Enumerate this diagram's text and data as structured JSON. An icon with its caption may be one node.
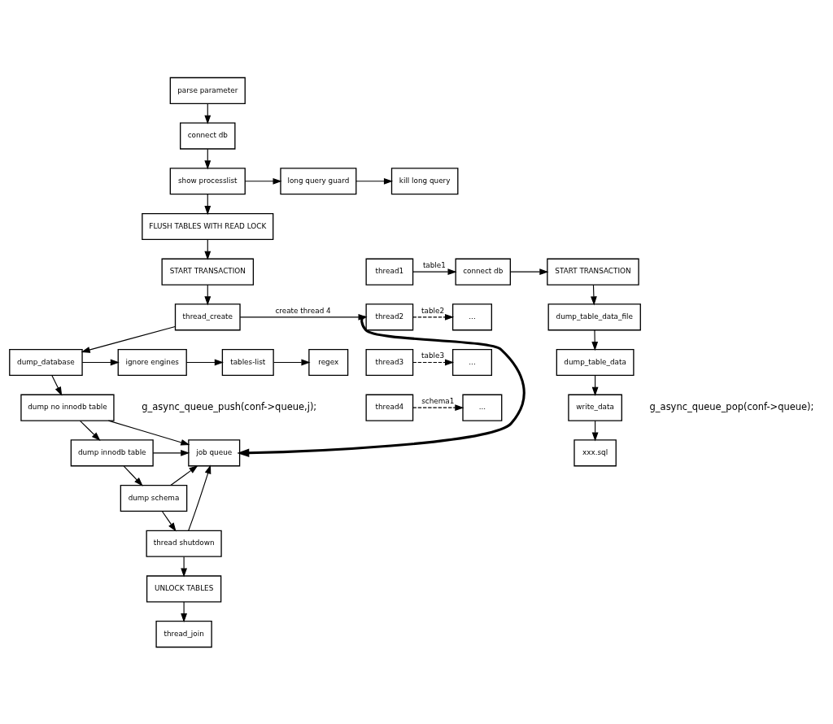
{
  "diagram": {
    "nodes": [
      {
        "text": [
          "parse parameter"
        ]
      },
      {
        "text": [
          "connect db"
        ]
      },
      {
        "text": [
          "show processlist"
        ]
      },
      {
        "text": [
          "long query guard"
        ]
      },
      {
        "text": [
          "kill long query"
        ]
      },
      {
        "text": [
          "FLUSH TABLES WITH READ LOCK"
        ]
      },
      {
        "text": [
          "START TRANSACTION"
        ]
      },
      {
        "text": [
          "thread_create"
        ]
      },
      {
        "text": [
          "dump_database"
        ]
      },
      {
        "text": [
          "ignore engines"
        ]
      },
      {
        "text": [
          "tables-list"
        ]
      },
      {
        "text": [
          "regex"
        ]
      },
      {
        "text": [
          "dump no innodb table"
        ]
      },
      {
        "text": [
          "dump innodb table"
        ]
      },
      {
        "text": [
          "dump schema"
        ]
      },
      {
        "text": [
          "thread shutdown"
        ]
      },
      {
        "text": [
          "UNLOCK TABLES"
        ]
      },
      {
        "text": [
          "thread_join"
        ]
      },
      {
        "text": [
          "job queue"
        ]
      },
      {
        "text": [
          "thread1"
        ]
      },
      {
        "text": [
          "thread2"
        ]
      },
      {
        "text": [
          "thread3"
        ]
      },
      {
        "text": [
          "thread4"
        ]
      },
      {
        "text": [
          "connect db"
        ]
      },
      {
        "text": [
          "START TRANSACTION"
        ]
      },
      {
        "text": [
          "dump_table_data_file"
        ]
      },
      {
        "text": [
          "dump_table_data"
        ]
      },
      {
        "text": [
          "write_data"
        ]
      },
      {
        "text": [
          "xxx.sql"
        ]
      },
      {
        "text": [
          "..."
        ]
      },
      {
        "text": [
          "..."
        ]
      },
      {
        "text": [
          "..."
        ]
      }
    ],
    "edges": [
      {
        "from": 0,
        "to": 1,
        "arrow": "to"
      },
      {
        "from": 1,
        "to": 2,
        "arrow": "to"
      },
      {
        "from": 2,
        "to": 3,
        "arrow": "to"
      },
      {
        "from": 3,
        "to": 4,
        "arrow": "to"
      },
      {
        "from": 2,
        "to": 5,
        "arrow": "to"
      },
      {
        "from": 5,
        "to": 6,
        "arrow": "to"
      },
      {
        "from": 6,
        "to": 7,
        "arrow": "to"
      },
      {
        "from": 7,
        "to": 20,
        "arrow": "to",
        "label": "create thread 4"
      },
      {
        "from": 7,
        "to": 8,
        "arrow": "to"
      },
      {
        "from": 8,
        "to": 9,
        "arrow": "to"
      },
      {
        "from": 9,
        "to": 10,
        "arrow": "to"
      },
      {
        "from": 10,
        "to": 11,
        "arrow": "to"
      },
      {
        "from": 8,
        "to": 12,
        "arrow": "to"
      },
      {
        "from": 12,
        "to": 13,
        "arrow": "to"
      },
      {
        "from": 13,
        "to": 14,
        "arrow": "to"
      },
      {
        "from": 14,
        "to": 15,
        "arrow": "to"
      },
      {
        "from": 15,
        "to": 16,
        "arrow": "to"
      },
      {
        "from": 16,
        "to": 17,
        "arrow": "to"
      },
      {
        "from": 12,
        "to": 18,
        "arrow": "to"
      },
      {
        "from": 13,
        "to": 18,
        "arrow": "to"
      },
      {
        "from": 14,
        "to": 18,
        "arrow": "to"
      },
      {
        "from": 15,
        "to": 18,
        "arrow": "to"
      },
      {
        "from": 20,
        "to": 18,
        "arrow": "to",
        "style": "thick"
      },
      {
        "from": 19,
        "to": 23,
        "arrow": "to",
        "label": "table1"
      },
      {
        "from": 20,
        "to": 29,
        "arrow": "to",
        "label": "table2",
        "style": "dashed"
      },
      {
        "from": 21,
        "to": 30,
        "arrow": "to",
        "label": "table3",
        "style": "dashed"
      },
      {
        "from": 22,
        "to": 31,
        "arrow": "to",
        "label": "schema1",
        "style": "dashed"
      },
      {
        "from": 23,
        "to": 24,
        "arrow": "to"
      },
      {
        "from": 24,
        "to": 25,
        "arrow": "to"
      },
      {
        "from": 25,
        "to": 26,
        "arrow": "to"
      },
      {
        "from": 26,
        "to": 27,
        "arrow": "to"
      },
      {
        "from": 27,
        "to": 28,
        "arrow": "to"
      }
    ],
    "labels": [
      "g_async_queue_push(conf->queue,j);",
      "g_async_queue_pop(conf->queue);"
    ]
  }
}
